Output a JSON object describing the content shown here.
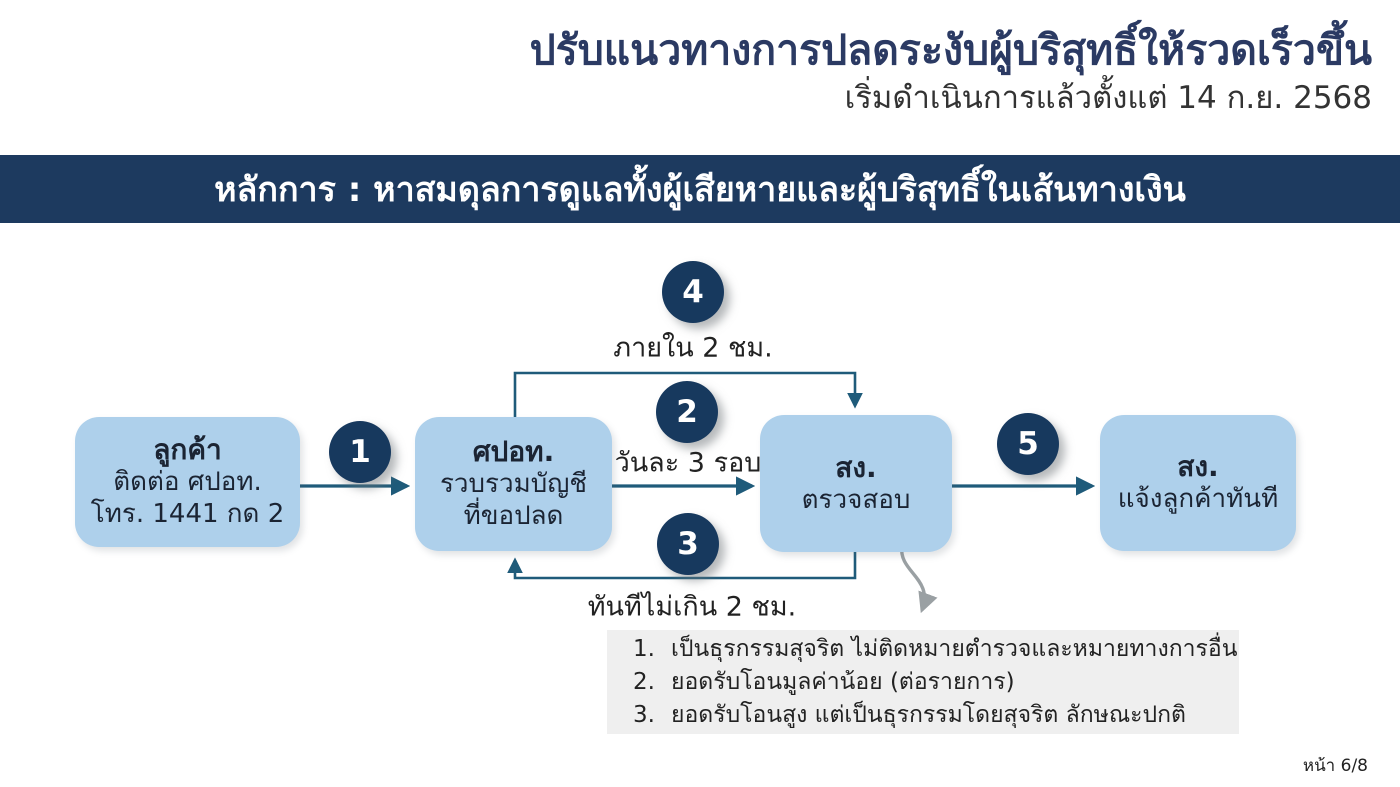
{
  "page": {
    "title": "ปรับแนวทางการปลดระงับผู้บริสุทธิ์ให้รวดเร็วขึ้น",
    "subtitle": "เริ่มดำเนินการแล้วตั้งแต่ 14 ก.ย. 2568",
    "banner": "หลักการ : หาสมดุลการดูแลทั้งผู้เสียหายและผู้บริสุทธิ์ในเส้นทางเงิน",
    "page_number": "หน้า 6/8"
  },
  "colors": {
    "title_navy": "#2b3a63",
    "banner_bg": "#1d3a5f",
    "box_fill": "#aed0eb",
    "circle_fill": "#17395e",
    "arrow_blue": "#1f5b7a",
    "arrow_gray": "#9aa0a3",
    "note_bg": "#efefef"
  },
  "flow": {
    "nodes": [
      {
        "id": "customer",
        "title": "ลูกค้า",
        "lines": [
          "ติดต่อ ศปอท.",
          "โทร. 1441 กด 2"
        ]
      },
      {
        "id": "aoc-collect",
        "title": "ศปอท.",
        "lines": [
          "รวบรวมบัญชี",
          "ที่ขอปลด"
        ]
      },
      {
        "id": "bank-check",
        "title": "สง.",
        "lines": [
          "ตรวจสอบ"
        ]
      },
      {
        "id": "bank-notify",
        "title": "สง.",
        "lines": [
          "แจ้งลูกค้าทันที"
        ]
      }
    ],
    "steps": [
      {
        "number": "1",
        "label": ""
      },
      {
        "number": "2",
        "label": "วันละ 3 รอบ"
      },
      {
        "number": "3",
        "label": "ทันทีไม่เกิน 2 ชม."
      },
      {
        "number": "4",
        "label": "ภายใน 2 ชม."
      },
      {
        "number": "5",
        "label": ""
      }
    ],
    "note_items": [
      {
        "num": "1.",
        "text": "เป็นธุรกรรมสุจริต ไม่ติดหมายตำรวจและหมายทางการอื่น"
      },
      {
        "num": "2.",
        "text": "ยอดรับโอนมูลค่าน้อย (ต่อรายการ)"
      },
      {
        "num": "3.",
        "text": "ยอดรับโอนสูง แต่เป็นธุรกรรมโดยสุจริต ลักษณะปกติ"
      }
    ]
  }
}
